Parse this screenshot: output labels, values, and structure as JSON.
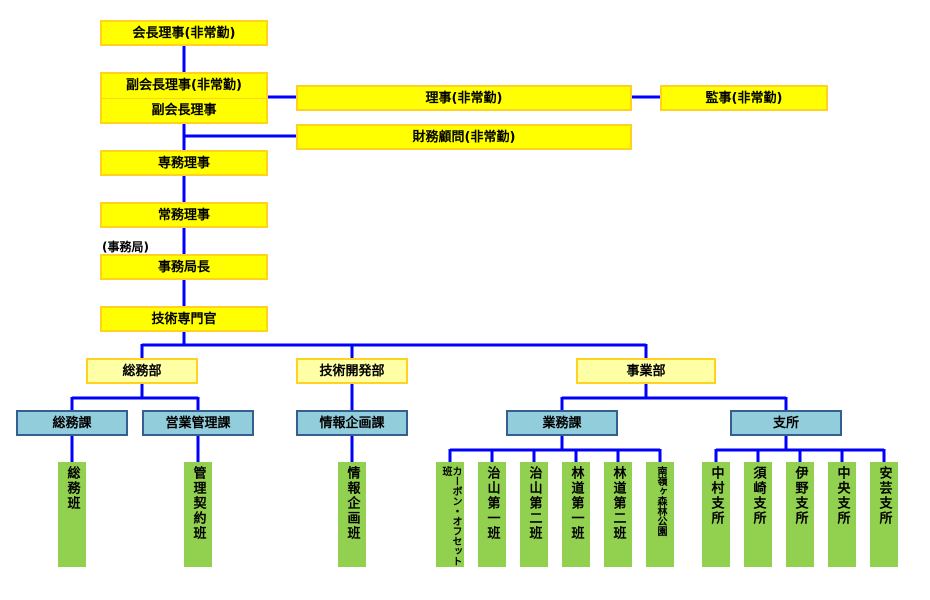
{
  "top": {
    "chairman": "会長理事(非常勤)",
    "vice_chair_nonstanding": "副会長理事(非常勤)",
    "vice_chair": "副会長理事",
    "director_nonstanding": "理事(非常勤)",
    "auditor": "監事(非常勤)",
    "financial_advisor": "財務顧問(非常勤)",
    "senior_managing_director": "専務理事",
    "managing_director": "常務理事",
    "secretariat_label": "(事務局)",
    "secretary_general": "事務局長",
    "technical_specialist": "技術専門官"
  },
  "departments": {
    "general_affairs": "総務部",
    "tech_development": "技術開発部",
    "operations": "事業部"
  },
  "sections": {
    "general_affairs_section": "総務課",
    "business_management_section": "営業管理課",
    "info_planning_section": "情報企画課",
    "operations_section": "業務課",
    "branch_offices": "支所"
  },
  "teams": {
    "general_affairs_team": "総務班",
    "contract_management_team": "管理契約班",
    "info_planning_team": "情報企画班",
    "carbon_offset_team": "カーボン・オフセット班",
    "erosion_control_1": "治山第一班",
    "erosion_control_2": "治山第二班",
    "forest_road_1": "林道第一班",
    "forest_road_2": "林道第二班",
    "minamikimine_park": "南嶺ヶ森林公園",
    "nakamura_branch": "中村支所",
    "susaki_branch": "須崎支所",
    "ino_branch": "伊野支所",
    "central_branch": "中央支所",
    "aki_branch": "安芸支所"
  }
}
